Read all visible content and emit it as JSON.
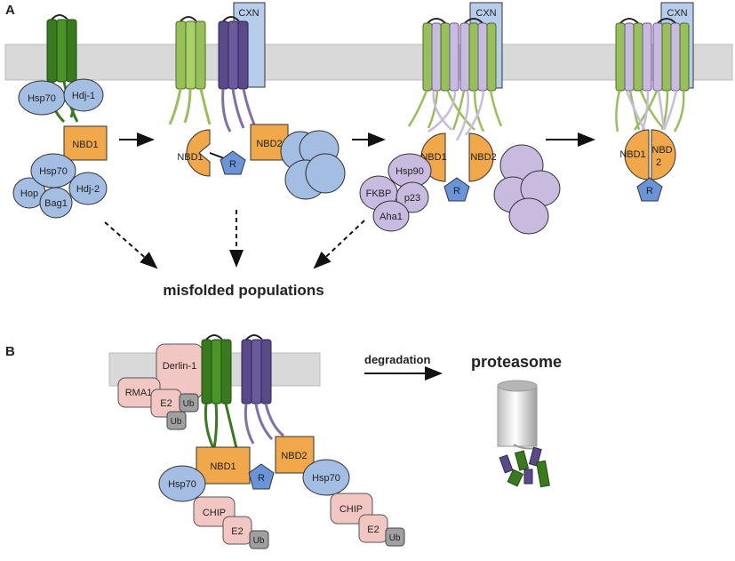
{
  "panel_a": {
    "label": "A",
    "stage1": {
      "hsp70_top": "Hsp70",
      "hdj1": "Hdj-1",
      "nbd1": "NBD1",
      "hsp70_bottom": "Hsp70",
      "hdj2": "Hdj-2",
      "hop": "Hop",
      "bag1": "Bag1"
    },
    "stage2": {
      "cxn": "CXN",
      "nbd1": "NBD1",
      "nbd2": "NBD2",
      "r": "R"
    },
    "stage3": {
      "cxn": "CXN",
      "nbd1": "NBD1",
      "nbd2": "NBD2",
      "r": "R",
      "hsp90": "Hsp90",
      "fkbp": "FKBP",
      "p23": "p23",
      "aha1": "Aha1"
    },
    "stage4": {
      "cxn": "CXN",
      "nbd1": "NBD1",
      "nbd2_line1": "NBD",
      "nbd2_line2": "2",
      "r": "R"
    },
    "misfolded": "misfolded populations"
  },
  "panel_b": {
    "label": "B",
    "derlin": "Derlin-1",
    "rma1": "RMA1",
    "e2_top": "E2",
    "ub_top1": "Ub",
    "ub_top2": "Ub",
    "nbd1": "NBD1",
    "nbd2": "NBD2",
    "r": "R",
    "hsp70_left": "Hsp70",
    "hsp70_right": "Hsp70",
    "chip_left": "CHIP",
    "chip_right": "CHIP",
    "e2_left": "E2",
    "e2_right": "E2",
    "ub_left": "Ub",
    "ub_right": "Ub",
    "degradation": "degradation",
    "proteasome": "proteasome"
  },
  "colors": {
    "membrane": "#d9d9d9",
    "chaperone_blue": "#a3bde3",
    "cxn_blue": "#b8cdeb",
    "nbd_orange": "#f0a84a",
    "r_blue": "#6a94d8",
    "green_dark": "#3a7a1e",
    "green_light": "#98c05a",
    "purple_dark": "#5a4a8a",
    "purple_light": "#c9bbe0",
    "pink": "#f2c6c2",
    "ub_gray": "#a0a0a0"
  }
}
